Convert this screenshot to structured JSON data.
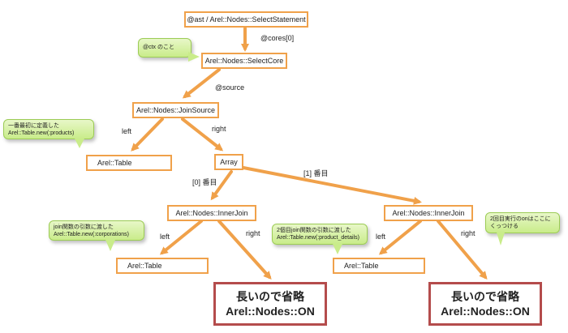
{
  "nodes": {
    "root": "@ast / Arel::Nodes::SelectStatement",
    "select_core": "Arel::Nodes::SelectCore",
    "join_source": "Arel::Nodes::JoinSource",
    "table_left": "Arel::Table",
    "array": "Array",
    "inner_join_1": "Arel::Nodes::InnerJoin",
    "inner_join_2": "Arel::Nodes::InnerJoin",
    "table_mid_1": "Arel::Table",
    "table_mid_2": "Arel::Table",
    "on_1": {
      "line1": "長いので省略",
      "line2": "Arel::Nodes::ON"
    },
    "on_2": {
      "line1": "長いので省略",
      "line2": "Arel::Nodes::ON"
    }
  },
  "edge_labels": {
    "cores": "@cores[0]",
    "source": "@source",
    "left_1": "left",
    "right_1": "right",
    "array_0": "[0] 番目",
    "array_1": "[1] 番目",
    "left_2": "left",
    "right_2": "right",
    "left_3": "left",
    "right_3": "right"
  },
  "callouts": {
    "ctx": {
      "line1": "@ctx のこと"
    },
    "first_table": {
      "line1": "一番最初に定義した",
      "line2": "Arel::Table.new(:products)"
    },
    "join_arg": {
      "line1": "join関数の引数に渡した",
      "line2": "Arel::Table.new(:corporations)"
    },
    "join_arg_2": {
      "line1": "2個目join関数の引数に渡した",
      "line2": "Arel::Table.new(:product_details)"
    },
    "on_note": {
      "line1": "2回目実行のonはここに",
      "line2": "くっつける"
    }
  },
  "colors": {
    "node_border": "#f0a14a",
    "arrow": "#f0a14a",
    "big_node_border": "#b44c4c",
    "callout_fill": "#c9ec8a"
  }
}
